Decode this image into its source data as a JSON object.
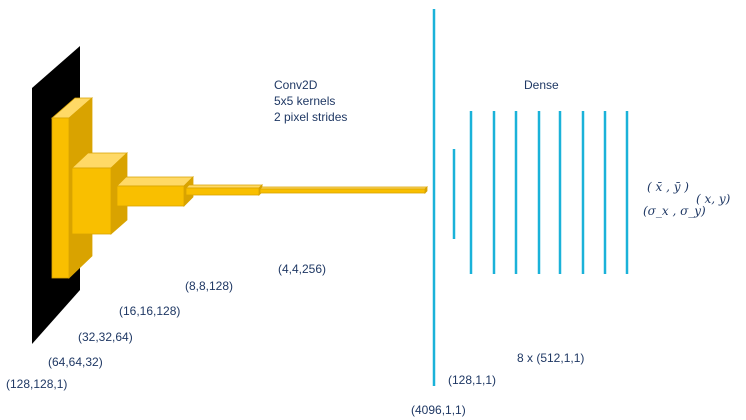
{
  "colors": {
    "block_front": "#f9bf00",
    "block_top": "#ffd966",
    "block_side": "#d9a300",
    "input_plane": "#000000",
    "dense_lines": "#1ab2d9",
    "text": "#1f3864"
  },
  "conv": {
    "title": "Conv2D",
    "kernels": "5x5 kernels",
    "strides": "2 pixel strides"
  },
  "dense": {
    "title": "Dense"
  },
  "shapes": {
    "input": "(128,128,1)",
    "l1": "(64,64,32)",
    "l2": "(32,32,64)",
    "l3": "(16,16,128)",
    "l4": "(8,8,128)",
    "l5": "(4,4,256)",
    "flat": "(4096,1,1)",
    "d1": "(128,1,1)",
    "d8": "8 x (512,1,1)"
  },
  "outputs": {
    "mean": "( x̄ , ȳ )",
    "sigma": "(σ_x , σ_y)",
    "position": "( x, y)"
  }
}
